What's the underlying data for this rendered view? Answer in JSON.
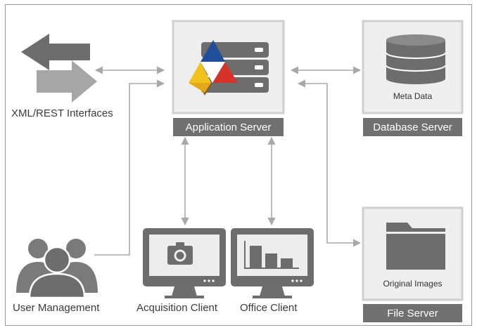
{
  "colors": {
    "frame": "#9a9a9a",
    "box_fill": "#eeeeee",
    "box_border": "#cfcfcf",
    "label_bar": "#707070",
    "icon_dark": "#6d6d6d",
    "icon_light": "#a6a6a6",
    "connector": "#a8a8a8",
    "logo_blue": "#1f4e9a",
    "logo_yellow": "#f1c21b",
    "logo_red": "#d6322a",
    "logo_brown": "#8b5a2b"
  },
  "nodes": {
    "interfaces": {
      "label": "XML/REST Interfaces",
      "icon": "bidirectional-arrows-icon"
    },
    "app_server": {
      "label": "Application Server",
      "icon": "server-stack-with-logo-icon"
    },
    "db_server": {
      "label": "Database Server",
      "inner_label": "Meta Data",
      "icon": "database-icon"
    },
    "file_server": {
      "label": "File Server",
      "inner_label": "Original Images",
      "icon": "folder-icon"
    },
    "user_mgmt": {
      "label": "User Management",
      "icon": "users-group-icon"
    },
    "acq_client": {
      "label": "Acquisition Client",
      "icon": "monitor-camera-icon"
    },
    "office_client": {
      "label": "Office Client",
      "icon": "monitor-chart-icon"
    }
  }
}
